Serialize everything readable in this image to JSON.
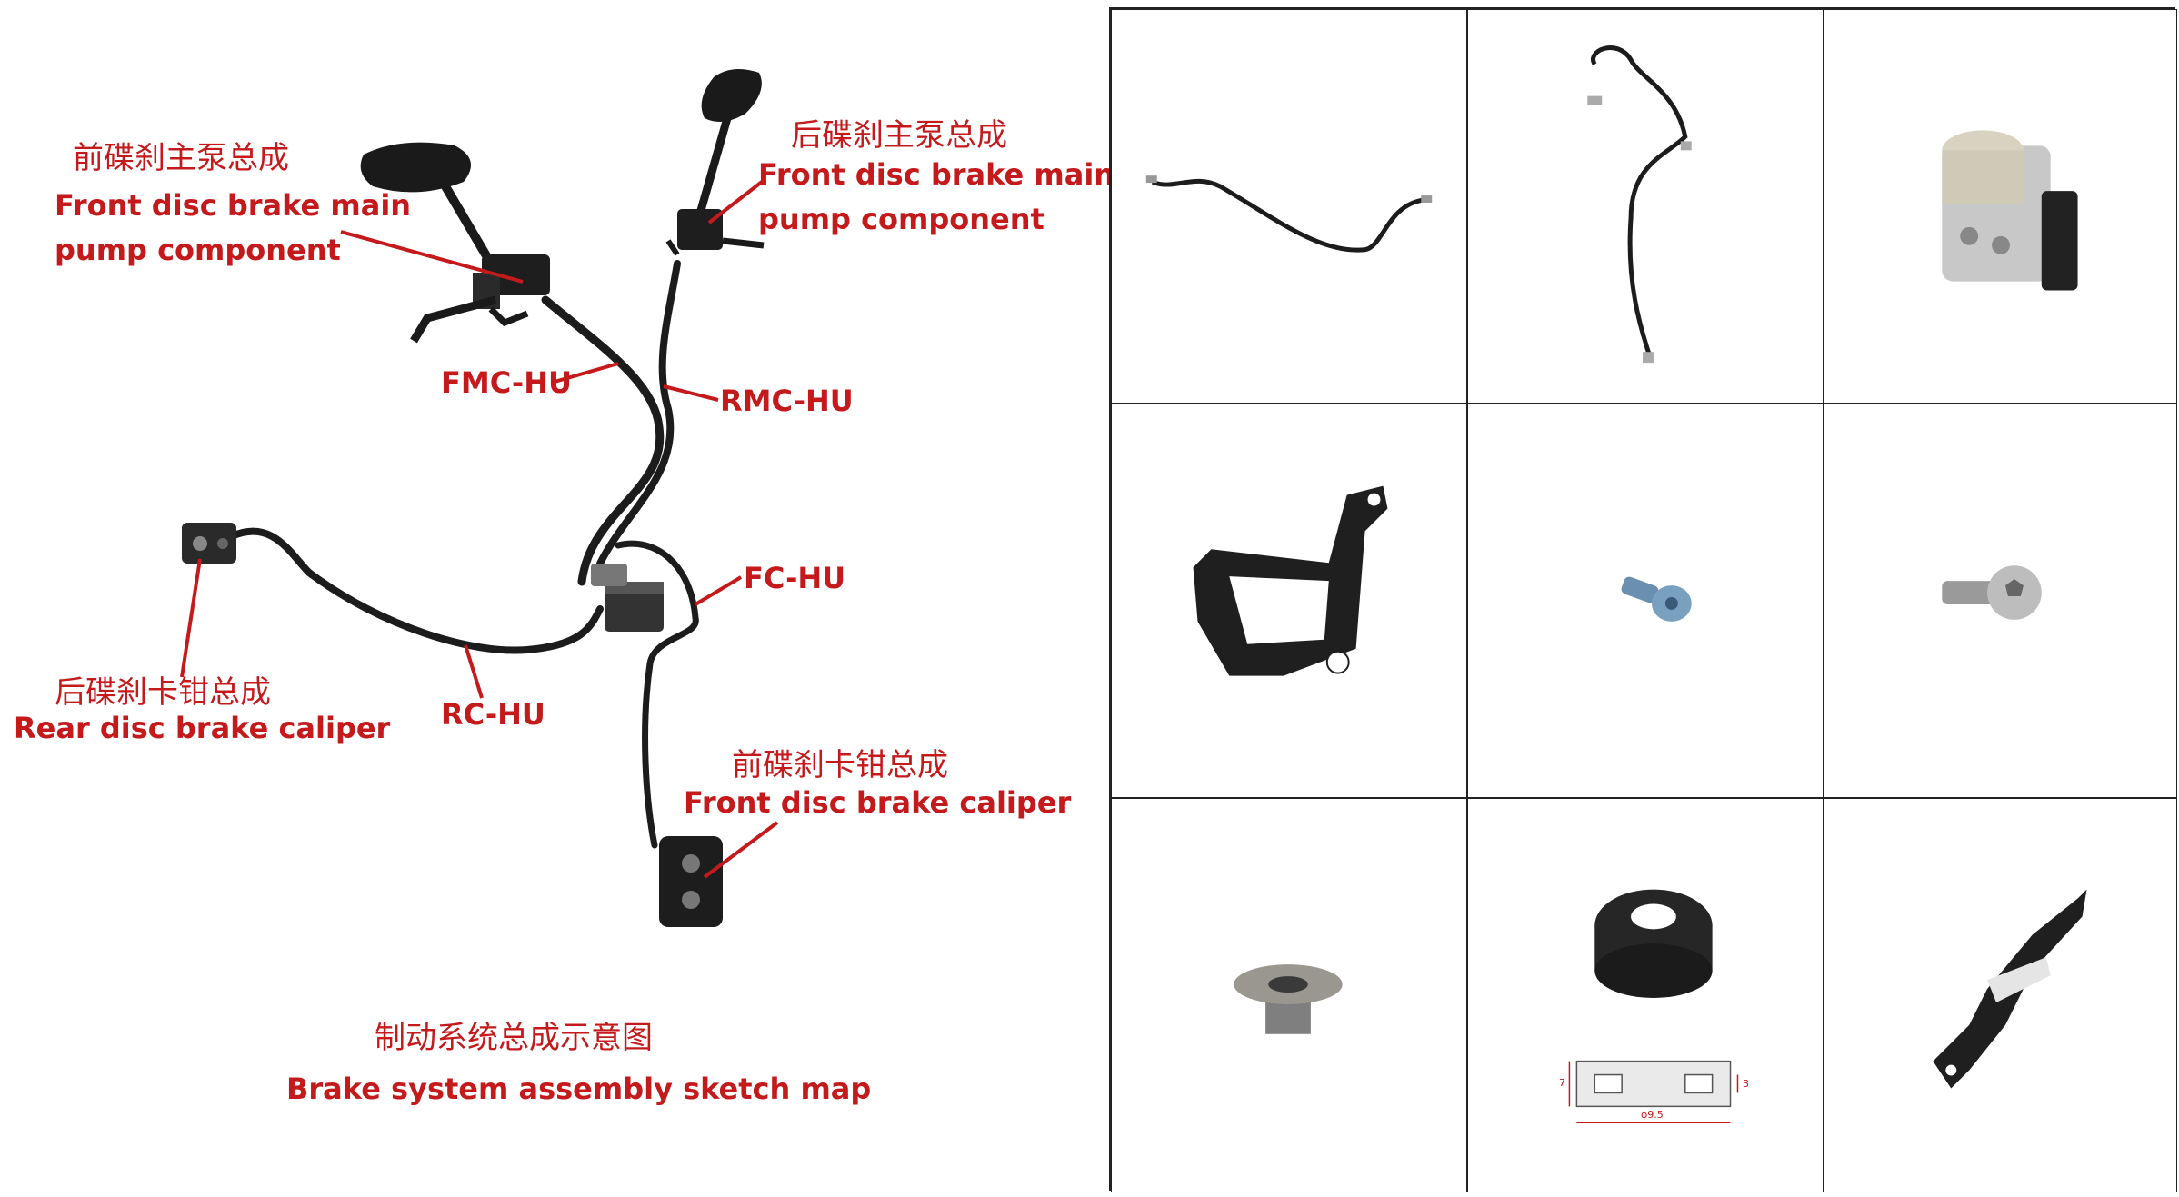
{
  "diagram": {
    "labels": {
      "front_pump_zh": "前碟刹主泵总成",
      "front_pump_en_1": "Front disc brake main",
      "front_pump_en_2": "pump component",
      "rear_pump_zh": "后碟刹主泵总成",
      "rear_pump_en_1": "Front disc brake main",
      "rear_pump_en_2": "pump component",
      "fmc_hu": "FMC-HU",
      "rmc_hu": "RMC-HU",
      "fc_hu": "FC-HU",
      "rc_hu": "RC-HU",
      "rear_caliper_zh": "后碟刹卡钳总成",
      "rear_caliper_en": "Rear disc brake caliper",
      "front_caliper_zh": "前碟刹卡钳总成",
      "front_caliper_en": "Front disc brake caliper",
      "caption_zh": "制动系统总成示意图",
      "caption_en": "Brake system assembly sketch map"
    },
    "colors": {
      "label": "#c41a1c",
      "parts": "#1c1c1c"
    }
  },
  "parts_grid": {
    "cells": [
      {
        "icon": "brake-hose-short-icon"
      },
      {
        "icon": "brake-hose-long-icon"
      },
      {
        "icon": "abs-unit-icon"
      },
      {
        "icon": "mounting-bracket-icon"
      },
      {
        "icon": "flange-bolt-icon"
      },
      {
        "icon": "torx-screw-icon"
      },
      {
        "icon": "flanged-bushing-icon"
      },
      {
        "icon": "rubber-grommet-icon"
      },
      {
        "icon": "z-bracket-icon"
      }
    ],
    "grommet_drawing": {
      "dim_height": "7",
      "dim_groove": "3",
      "dim_diameter": "ϕ9.5"
    }
  }
}
